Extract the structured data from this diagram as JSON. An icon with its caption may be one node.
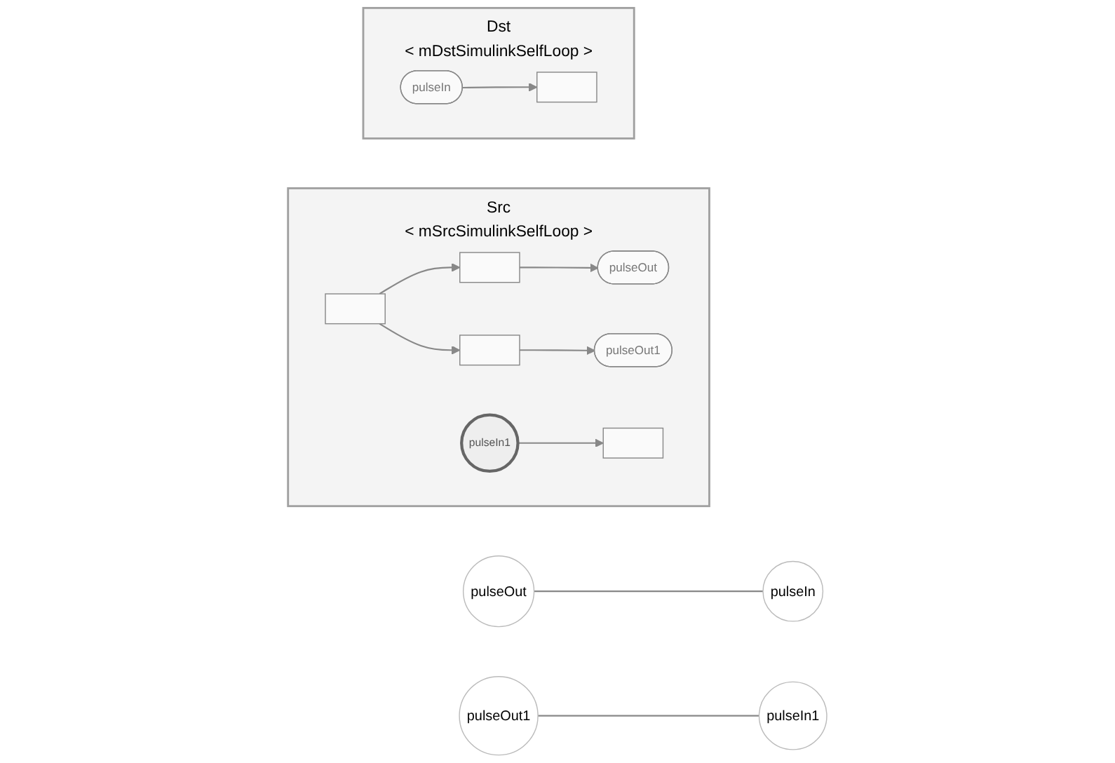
{
  "diagram": {
    "nodes": [
      {
        "text": [
          "Src",
          "< mSrcSimulinkSelfLoop >"
        ]
      },
      {
        "text": [],
        "shape": "box",
        "in": 0
      },
      {
        "text": [],
        "shape": "box",
        "in": 0
      },
      {
        "text": [
          "pulseOut"
        ],
        "in": 0
      },
      {
        "text": [],
        "shape": "box",
        "in": 0
      },
      {
        "text": [
          "pulseOut1"
        ],
        "in": 0
      },
      {
        "text": [
          "pulseIn1"
        ],
        "in": 0
      },
      {
        "text": [],
        "shape": "box",
        "in": 0
      },
      {
        "text": [
          "pulseOut"
        ]
      },
      {
        "text": [
          "pulseOut1"
        ]
      },
      {
        "text": [
          "pulseIn1"
        ]
      },
      {
        "text": [
          "Dst",
          "< mDstSimulinkSelfLoop >"
        ]
      },
      {
        "text": [
          "pulseIn"
        ]
      },
      {
        "text": [
          "pulseIn"
        ],
        "in": 11
      },
      {
        "text": [],
        "shape": "box",
        "in": 11
      }
    ],
    "edges": [
      {
        "from": 1,
        "to": 2,
        "arrow": "to"
      },
      {
        "from": 1,
        "to": 4,
        "arrow": "to"
      },
      {
        "from": 2,
        "to": 3,
        "arrow": "to"
      },
      {
        "from": 4,
        "to": 5,
        "arrow": "to"
      },
      {
        "from": 6,
        "to": 7,
        "arrow": "to"
      },
      {
        "from": 8,
        "to": 12,
        "arrow": "none"
      },
      {
        "from": 9,
        "to": 10,
        "arrow": "none"
      },
      {
        "from": 13,
        "to": 14,
        "arrow": "to"
      }
    ]
  }
}
